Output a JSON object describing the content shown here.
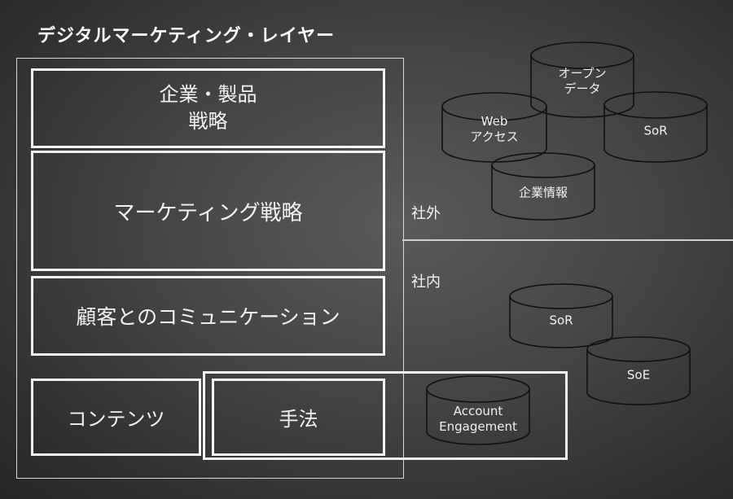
{
  "title": "デジタルマーケティング・レイヤー",
  "layers": {
    "strategy": [
      "企業・製品",
      "戦略"
    ],
    "marketing": "マーケティング戦略",
    "communication": "顧客とのコミュニケーション",
    "contents": "コンテンツ",
    "method": "手法"
  },
  "zones": {
    "external": "社外",
    "internal": "社内"
  },
  "databases": {
    "open_data": [
      "オープン",
      "データ"
    ],
    "web_access": [
      "Web",
      "アクセス"
    ],
    "sor_external": [
      "SoR"
    ],
    "company_info": [
      "企業情報"
    ],
    "sor_internal": [
      "SoR"
    ],
    "soe": [
      "SoE"
    ],
    "account_engagement": [
      "Account",
      "Engagement"
    ]
  },
  "colors": {
    "chalk": "#f4f4f4",
    "board": "#444444"
  }
}
